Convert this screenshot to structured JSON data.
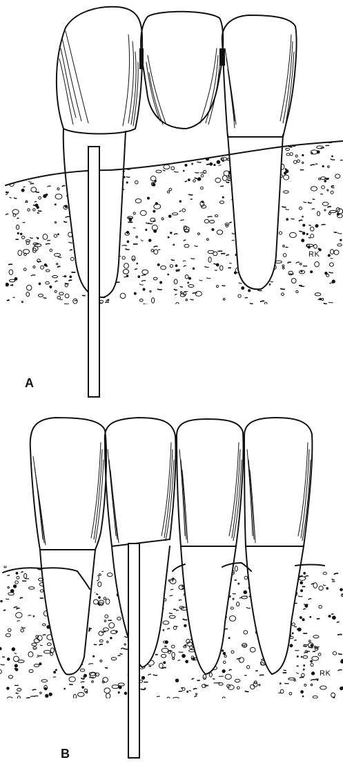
{
  "panels": [
    {
      "label": "A",
      "initials": "RK"
    },
    {
      "label": "B",
      "initials": "RK"
    }
  ],
  "colors": {
    "ink": "#111111",
    "paper": "#ffffff"
  }
}
